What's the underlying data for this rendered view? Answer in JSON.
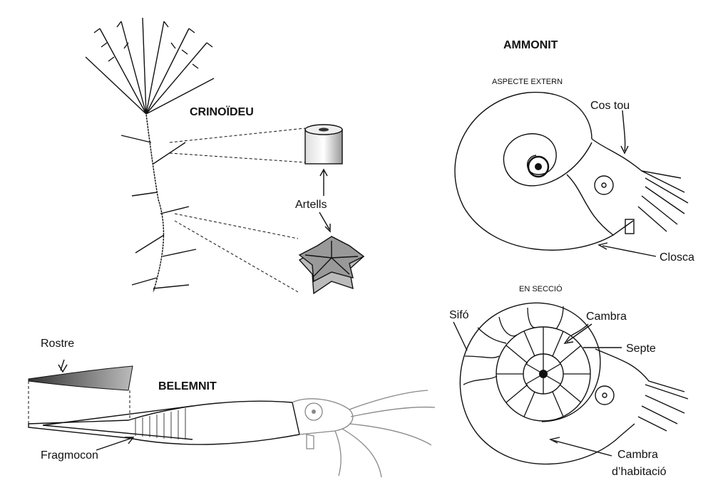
{
  "crinoid": {
    "title": "CRINOÏDEU",
    "segments_label": "Artells"
  },
  "ammonite": {
    "title": "AMMONIT",
    "external_view": {
      "heading": "ASPECTE EXTERN",
      "soft_body": "Cos tou",
      "shell": "Closca"
    },
    "section_view": {
      "heading": "EN SECCIÓ",
      "siphuncle": "Sifó",
      "chamber": "Cambra",
      "septum": "Septe",
      "living_chamber_line1": "Cambra",
      "living_chamber_line2": "d’habitació"
    }
  },
  "belemnite": {
    "title": "BELEMNIT",
    "rostrum": "Rostre",
    "phragmocone": "Fragmocon"
  }
}
